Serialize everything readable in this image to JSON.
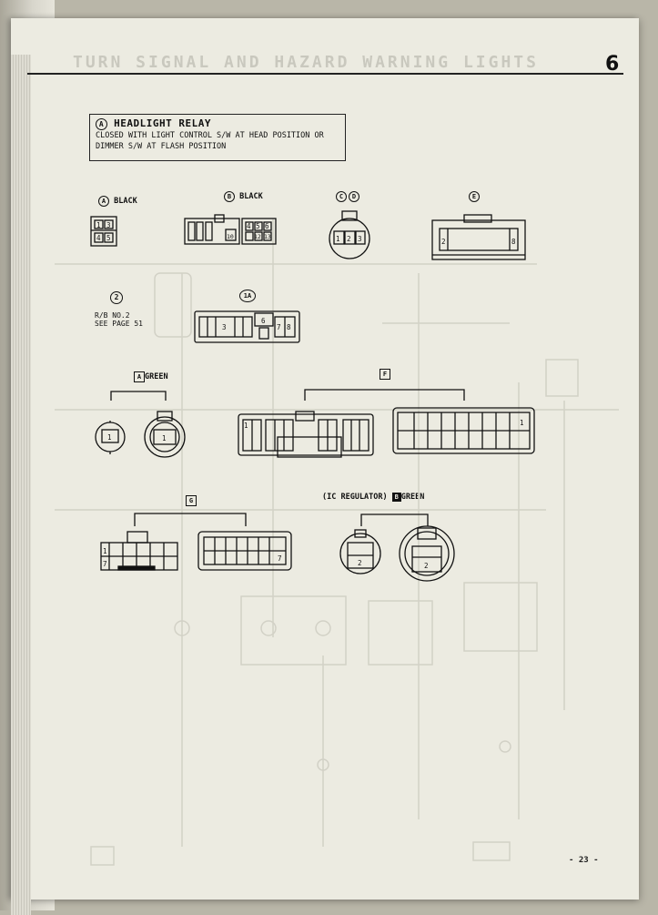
{
  "header": {
    "ghost_title": "TURN SIGNAL AND HAZARD WARNING LIGHTS",
    "section_number": "6"
  },
  "relay": {
    "marker": "A",
    "title": "HEADLIGHT RELAY",
    "line1": "CLOSED WITH LIGHT CONTROL S/W AT HEAD POSITION OR",
    "line2": "DIMMER S/W AT FLASH POSITION"
  },
  "connectors": {
    "a_label": "BLACK",
    "a_pins": [
      "1",
      "3",
      "4",
      "5"
    ],
    "b_label": "BLACK",
    "b_pins": [
      "4",
      "5",
      "6",
      "10",
      "12",
      "13"
    ],
    "cd_pins": [
      "1",
      "2",
      "3"
    ],
    "e_pins": [
      "2",
      "8"
    ],
    "two_label": "2",
    "two_note": "R/B NO.2\nSEE PAGE 51",
    "oneA_label": "1A",
    "oneA_pins": [
      "3",
      "6",
      "7",
      "8"
    ],
    "green_a_marker": "A",
    "green_a_label": "GREEN",
    "green_a_pin": "1",
    "f_marker": "F",
    "f_pin": "1",
    "g_marker": "G",
    "g_pins": [
      "1",
      "7"
    ],
    "ic_label": "(IC REGULATOR)",
    "ic_marker": "B",
    "ic_color": "GREEN",
    "ic_pin": "2"
  },
  "footer": {
    "page_number": "- 23 -"
  }
}
